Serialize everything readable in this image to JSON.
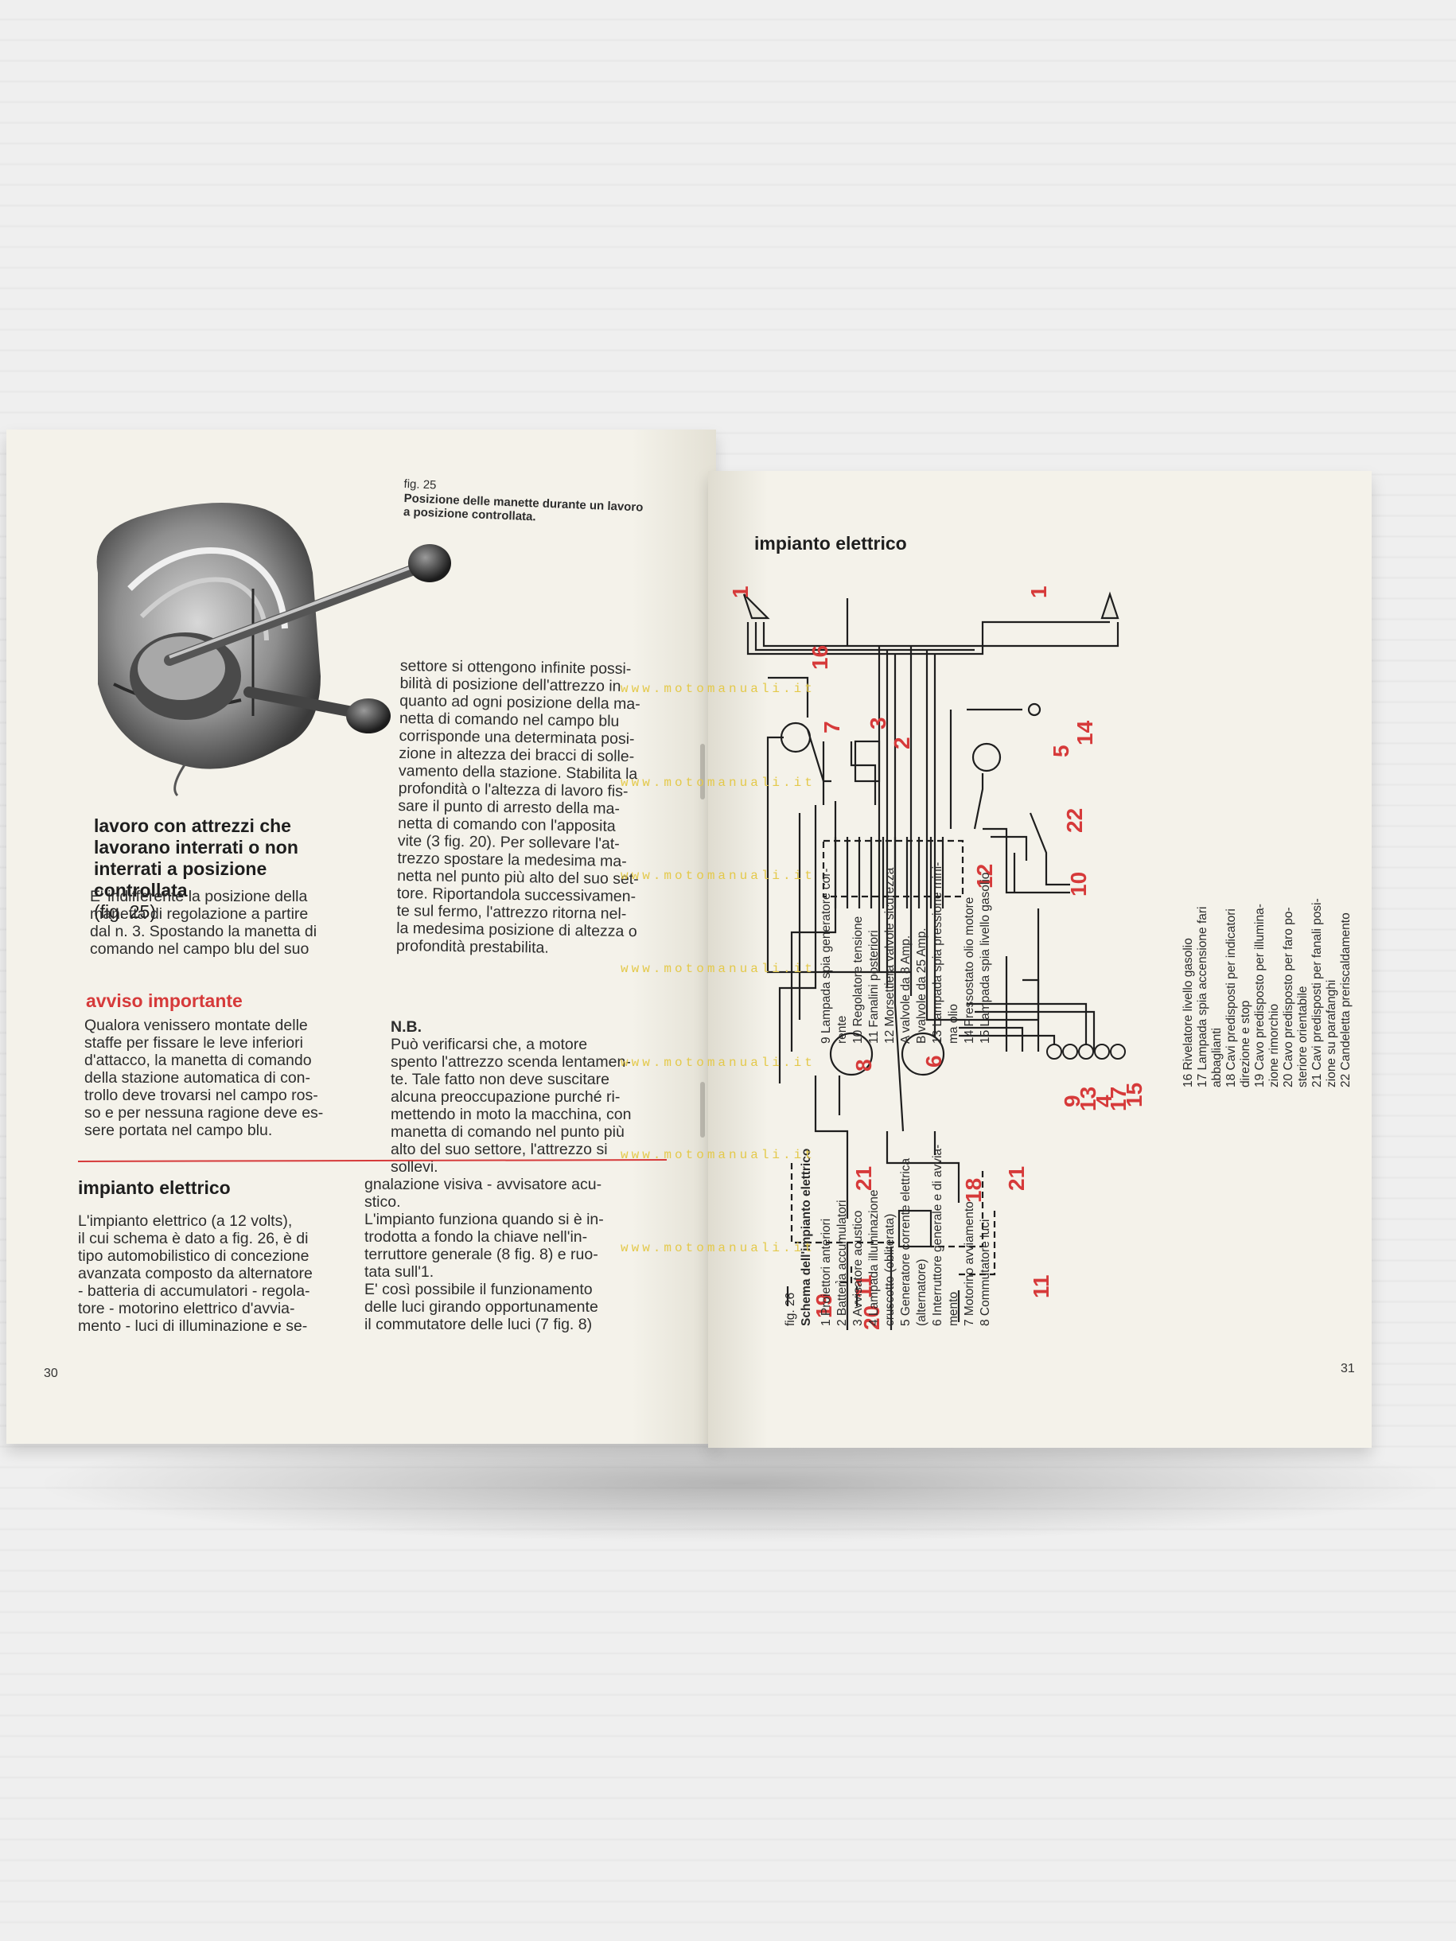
{
  "left_page": {
    "fig25_caption": {
      "label": "fig. 25",
      "title": "Posizione delle manette durante un lavoro\na posizione controllata."
    },
    "col1_heading": "lavoro con attrezzi che\nlavorano interrati o non\ninterrati a posizione\ncontrollata",
    "col1_heading_ref": "(fig. 25)",
    "col1_text": "E' indifferente la posizione della\nmanetta di regolazione a partire\ndal n. 3. Spostando la manetta di\ncomando nel campo blu del suo",
    "col2_text": "settore si ottengono infinite possi-\nbilità di posizione dell'attrezzo in\nquanto ad ogni posizione della ma-\nnetta di comando nel campo blu\ncorrisponde una determinata posi-\nzione in altezza dei bracci di solle-\nvamento della stazione. Stabilita la\nprofondità o l'altezza di lavoro fis-\nsare il punto di arresto della ma-\nnetta di comando con l'apposita\nvite (3 fig. 20). Per sollevare l'at-\ntrezzo spostare la medesima ma-\nnetta nel punto più alto del suo set-\ntore. Riportandola successivamen-\nte sul fermo, l'attrezzo ritorna nel-\nla medesima posizione di altezza o\nprofondità prestabilita.",
    "warning_heading": "avviso importante",
    "warning_text": "Qualora venissero montate delle\nstaffe per fissare le leve inferiori\nd'attacco, la manetta di comando\ndella stazione automatica di con-\ntrollo deve trovarsi nel campo ros-\nso e per nessuna ragione deve es-\nsere portata nel campo blu.",
    "nb_label": "N.B.",
    "nb_text": "Può verificarsi che, a motore\nspento l'attrezzo scenda lentamen-\nte. Tale fatto non deve suscitare\nalcuna preoccupazione purché ri-\nmettendo in moto la macchina, con\nmanetta di comando nel punto più\nalto del suo settore, l'attrezzo si\nsollevi.",
    "section_heading": "impianto elettrico",
    "section_col1": "L'impianto elettrico (a 12 volts),\nil cui schema è dato a fig. 26, è di\ntipo automobilistico di concezione\navanzata composto da alternatore\n- batteria di accumulatori - regola-\ntore - motorino elettrico d'avvia-\nmento - luci di illuminazione e se-",
    "section_col2": "gnalazione visiva - avvisatore acu-\nstico.\nL'impianto funziona quando si è in-\ntrodotta a fondo la chiave nell'in-\nterruttore generale (8 fig. 8) e ruo-\ntata sull'1.\nE' così possibile il funzionamento\ndelle luci girando opportunamente\nil commutatore delle luci (7 fig. 8)",
    "page_number": "30"
  },
  "right_page": {
    "heading": "impianto elettrico",
    "page_number": "31",
    "fig26_label": "fig. 26",
    "fig26_title": "Schema dell'impianto elettrico",
    "legend": [
      "1  Proiettori anteriori",
      "2  Batteria accumulatori",
      "3  Avvisatore acustico",
      "4  Lampada illuminazione",
      "    cruscotto (obliterata)",
      "5  Generatore corrente elettrica",
      "    (alternatore)",
      "6  Interruttore generale e di avvia-",
      "    mento",
      "7  Motorino avviamento",
      "8  Commutatore luci",
      "9  Lampada spia generatore cor-",
      "    rente",
      "10 Regolatore tensione",
      "11 Fanalini posteriori",
      "12 Morsettiera valvole sicurezza",
      "    A valvole da 8 Amp.",
      "    B valvole da 25 Amp.",
      "13 Lampada spia pressione mini-",
      "    ma olio",
      "14 Pressostato olio motore",
      "15 Lampada spia livello gasolio",
      "16 Rivelatore livello gasolio",
      "17 Lampada spia accensione fari",
      "    abbaglianti",
      "18 Cavi predisposti per indicatori",
      "    direzione e stop",
      "19 Cavo predisposto per illumina-",
      "    zione rimorchio",
      "20 Cavo predisposto per faro po-",
      "    steriore orientabile",
      "21 Cavi predisposti per fanali posi-",
      "    zione su parafanghi",
      "22 Candeletta preriscaldamento"
    ],
    "diagram_labels": [
      "1",
      "1",
      "16",
      "3",
      "7",
      "2",
      "14",
      "5",
      "22",
      "12",
      "10",
      "8",
      "6",
      "9",
      "13",
      "4",
      "17",
      "15",
      "18",
      "21",
      "21",
      "11",
      "11",
      "19",
      "20"
    ]
  },
  "watermark": "www.motomanuali.it",
  "colors": {
    "red": "#d63a3a",
    "ink": "#2d2d2d",
    "paper": "#f3f1e9",
    "watermark": "#e4c94a"
  }
}
